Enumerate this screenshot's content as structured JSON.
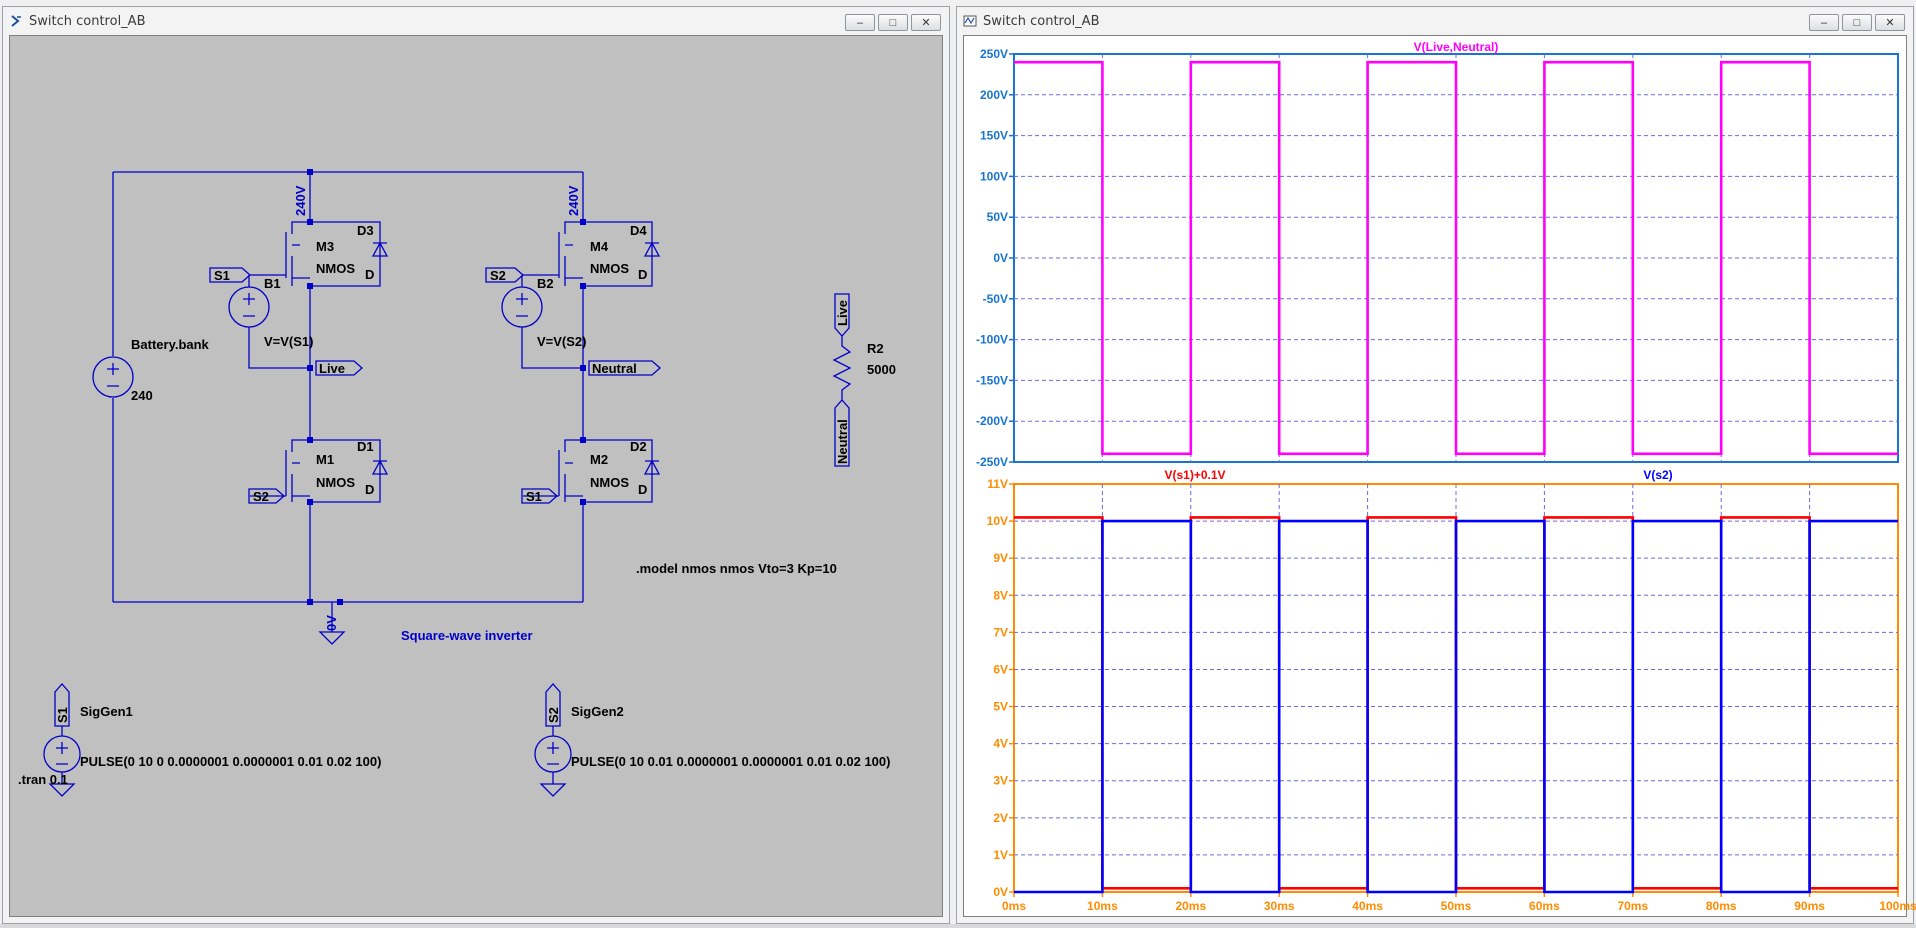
{
  "windows": {
    "schematic": {
      "title": "Switch control_AB"
    },
    "plot": {
      "title": "Switch control_AB"
    }
  },
  "window_buttons": {
    "minimize": "–",
    "maximize": "□",
    "close": "✕"
  },
  "schematic": {
    "wire_color": "#0000c8",
    "comp_labels": {
      "battery_name": "Battery.bank",
      "battery_value": "240",
      "b1": "B1",
      "b1_value": "V=V(S1)",
      "b2": "B2",
      "b2_value": "V=V(S2)",
      "m1": "M1",
      "m2": "M2",
      "m3": "M3",
      "m4": "M4",
      "nmos": "NMOS",
      "d1": "D1",
      "d2": "D2",
      "d3": "D3",
      "d4": "D4",
      "d": "D",
      "r2": "R2",
      "r2_value": "5000",
      "siggen1": "SigGen1",
      "siggen2": "SigGen2",
      "pulse1": "PULSE(0 10 0 0.0000001 0.0000001 0.01 0.02 100)",
      "pulse2": "PULSE(0 10 0.01 0.0000001 0.0000001 0.01 0.02 100)",
      "tran": ".tran 0.1",
      "model": ".model nmos nmos Vto=3 Kp=10",
      "caption": "Square-wave inverter"
    },
    "net_labels": {
      "s1": "S1",
      "s2": "S2",
      "live": "Live",
      "neutral": "Neutral",
      "v240": "240V",
      "v0": "0V"
    }
  },
  "chart_data": [
    {
      "type": "line",
      "title": "V(Live,Neutral)",
      "axis_color": "#1874cd",
      "ylim": [
        -250,
        250
      ],
      "yticks": [
        "250V",
        "200V",
        "150V",
        "100V",
        "50V",
        "0V",
        "-50V",
        "-100V",
        "-150V",
        "-200V",
        "-250V"
      ],
      "series": [
        {
          "name": "V(Live,Neutral)",
          "color": "#ff00ff",
          "x": [
            0,
            10,
            10,
            20,
            20,
            30,
            30,
            40,
            40,
            50,
            50,
            60,
            60,
            70,
            70,
            80,
            80,
            90,
            90,
            100
          ],
          "y": [
            240,
            240,
            -240,
            -240,
            240,
            240,
            -240,
            -240,
            240,
            240,
            -240,
            -240,
            240,
            240,
            -240,
            -240,
            240,
            240,
            -240,
            -240
          ]
        }
      ]
    },
    {
      "type": "line",
      "axis_color": "#ff8c00",
      "ylim": [
        0,
        11
      ],
      "yticks": [
        "11V",
        "10V",
        "9V",
        "8V",
        "7V",
        "6V",
        "5V",
        "4V",
        "3V",
        "2V",
        "1V",
        "0V"
      ],
      "xlim": [
        0,
        100
      ],
      "xticks": [
        "0ms",
        "10ms",
        "20ms",
        "30ms",
        "40ms",
        "50ms",
        "60ms",
        "70ms",
        "80ms",
        "90ms",
        "100ms"
      ],
      "series": [
        {
          "name": "V(s1)+0.1V",
          "color": "#ff0000",
          "x": [
            0,
            10,
            10,
            20,
            20,
            30,
            30,
            40,
            40,
            50,
            50,
            60,
            60,
            70,
            70,
            80,
            80,
            90,
            90,
            100
          ],
          "y": [
            10.1,
            10.1,
            0.1,
            0.1,
            10.1,
            10.1,
            0.1,
            0.1,
            10.1,
            10.1,
            0.1,
            0.1,
            10.1,
            10.1,
            0.1,
            0.1,
            10.1,
            10.1,
            0.1,
            0.1
          ]
        },
        {
          "name": "V(s2)",
          "color": "#0000ff",
          "x": [
            0,
            10,
            10,
            20,
            20,
            30,
            30,
            40,
            40,
            50,
            50,
            60,
            60,
            70,
            70,
            80,
            80,
            90,
            90,
            100
          ],
          "y": [
            0,
            0,
            10,
            10,
            0,
            0,
            10,
            10,
            0,
            0,
            10,
            10,
            0,
            0,
            10,
            10,
            0,
            0,
            10,
            10
          ]
        }
      ]
    }
  ]
}
